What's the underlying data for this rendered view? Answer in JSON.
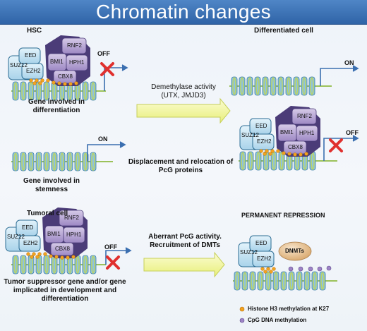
{
  "title": "Chromatin changes",
  "panels": {
    "hsc": {
      "label": "HSC",
      "gene_caption_line1": "Gene involved in",
      "gene_caption_line2": "differentiation",
      "status": "OFF"
    },
    "differentiated": {
      "label": "Differentiated cell",
      "top_status": "ON",
      "bottom_status": "OFF"
    },
    "stemness": {
      "status": "ON",
      "gene_caption_line1": "Gene involved in",
      "gene_caption_line2": "stemness"
    },
    "tumoral": {
      "label": "Tumoral cell",
      "status": "OFF",
      "gene_caption_line1": "Tumor suppressor gene and/or gene",
      "gene_caption_line2": "implicated in development and",
      "gene_caption_line3": "differentiation"
    },
    "permanent": {
      "label": "PERMANENT REPRESSION"
    }
  },
  "arrows": {
    "demethylase_line1": "Demethylase activity",
    "demethylase_line2": "(UTX, JMJD3)",
    "displacement_line1": "Displacement and relocation of",
    "displacement_line2": "PcG proteins",
    "aberrant_line1": "Aberrant PcG activity.",
    "aberrant_line2": "Recruitment of DMTs"
  },
  "proteins": {
    "suz12": "SUZ12",
    "eed": "EED",
    "ezh2": "EZH2",
    "rnf2": "RNF2",
    "bmi1": "BMI1",
    "hph1": "HPH1",
    "cbx8": "CBX8",
    "dnmts": "DNMTs"
  },
  "legend": {
    "h3k27": "Histone H3 methylation at K27",
    "cpg": "CpG DNA methylation"
  },
  "colors": {
    "banner": "#3a70b4",
    "prc2_fill": "#c9e6f5",
    "prc1_fill": "#b6a4d3",
    "prc1_dark": "#4b3c78",
    "nucleosome": "#7fb8d8",
    "dna": "#b8d36b",
    "red_x": "#e0302e",
    "arrow_fill": "#f2f6a0",
    "k27_dot": "#f2a21e",
    "cpg_dot": "#9e84c6",
    "dnmt_fill": "#e9c69d",
    "promoter": "#3b6fb0"
  }
}
